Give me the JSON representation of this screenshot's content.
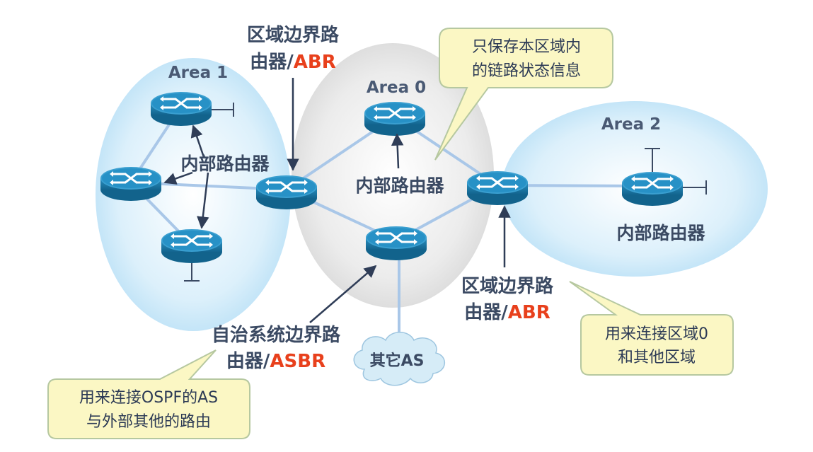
{
  "areas": {
    "area1": "Area 1",
    "area0": "Area 0",
    "area2": "Area 2"
  },
  "labels": {
    "internal_area1": "内部路由器",
    "internal_area0": "内部路由器",
    "internal_area2": "内部路由器",
    "abr_top_line1": "区域边界路",
    "abr_top_line2_prefix": "由器/",
    "abr_top_line2_suffix": "ABR",
    "abr_bottom_line1": "区域边界路",
    "abr_bottom_line2_prefix": "由器/",
    "abr_bottom_line2_suffix": "ABR",
    "asbr_line1": "自治系统边界路",
    "asbr_line2_prefix": "由器/",
    "asbr_line2_suffix": "ASBR",
    "other_as": "其它AS"
  },
  "callouts": {
    "top": [
      "只保存本区域内",
      "的链路状态信息"
    ],
    "right": [
      "用来连接区域0",
      "和其他区域"
    ],
    "left": [
      "用来连接OSPF的AS",
      "与外部其他的路由"
    ]
  },
  "colors": {
    "area_blue": "#c6e6f8",
    "area_gray": "#e3e3e3",
    "link": "#a9c7e8",
    "router": "#1e7fb0",
    "accent_red": "#e8401c",
    "callout_fill": "#fbf7c4",
    "callout_stroke": "#b6c8a0"
  }
}
